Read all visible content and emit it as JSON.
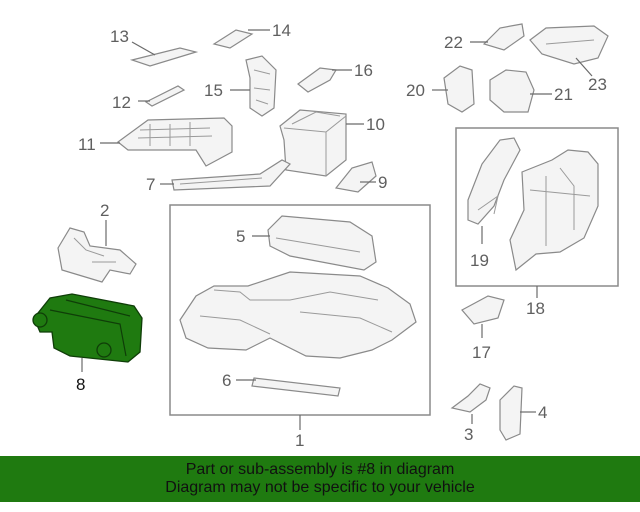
{
  "diagram": {
    "labels": {
      "l1": "1",
      "l2": "2",
      "l3": "3",
      "l4": "4",
      "l5": "5",
      "l6": "6",
      "l7": "7",
      "l8": "8",
      "l9": "9",
      "l10": "10",
      "l11": "11",
      "l12": "12",
      "l13": "13",
      "l14": "14",
      "l15": "15",
      "l16": "16",
      "l17": "17",
      "l18": "18",
      "l19": "19",
      "l20": "20",
      "l21": "21",
      "l22": "22",
      "l23": "23"
    },
    "highlight_part": "8",
    "colors": {
      "highlight": "#1f7a10",
      "banner": "#1f7a10",
      "linework": "#8a8a8a"
    }
  },
  "banner": {
    "line1": "Part or sub-assembly is #8 in diagram",
    "line2": "Diagram may not be specific to your vehicle"
  }
}
